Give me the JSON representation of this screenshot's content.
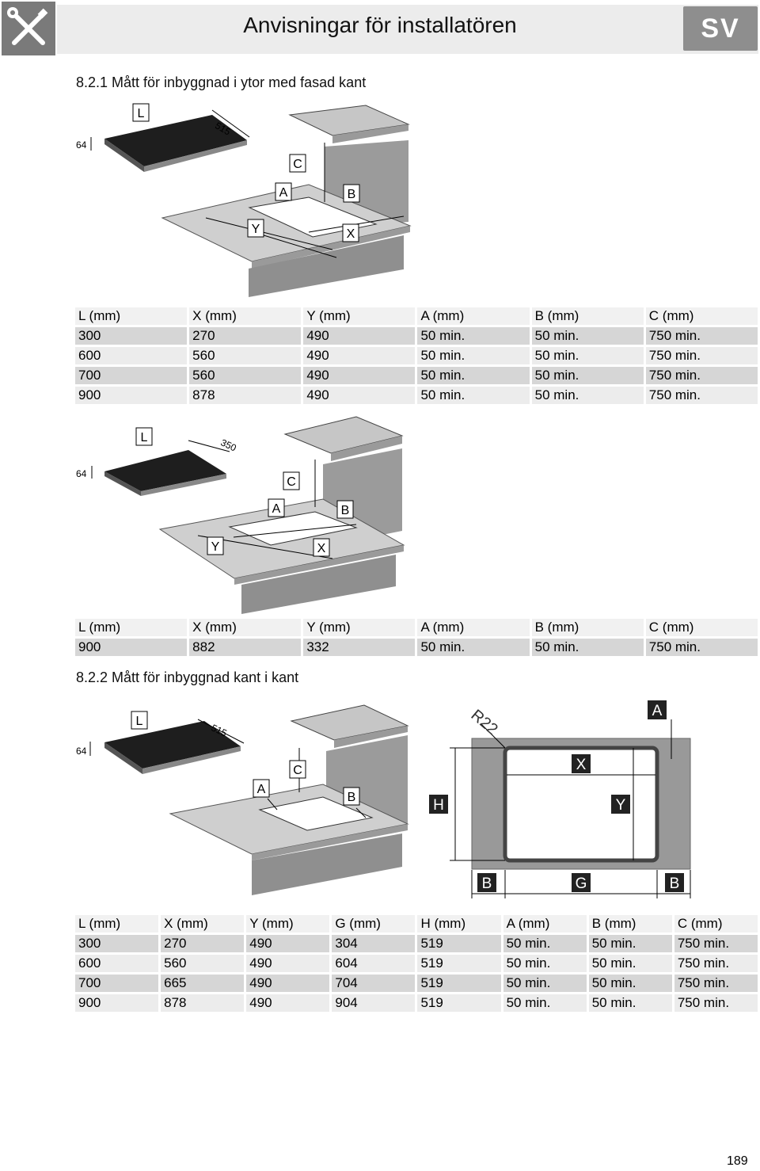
{
  "header": {
    "title": "Anvisningar för installatören",
    "lang": "SV"
  },
  "section1": {
    "title": "8.2.1 Mått för inbyggnad i ytor med fasad kant",
    "diagram1": {
      "width_label": "515",
      "height_label": "64",
      "letters": [
        "L",
        "C",
        "A",
        "B",
        "Y",
        "X"
      ]
    },
    "table1": {
      "headers": [
        "L (mm)",
        "X (mm)",
        "Y (mm)",
        "A (mm)",
        "B (mm)",
        "C (mm)"
      ],
      "rows": [
        [
          "300",
          "270",
          "490",
          "50 min.",
          "50 min.",
          "750 min."
        ],
        [
          "600",
          "560",
          "490",
          "50 min.",
          "50 min.",
          "750 min."
        ],
        [
          "700",
          "560",
          "490",
          "50 min.",
          "50 min.",
          "750 min."
        ],
        [
          "900",
          "878",
          "490",
          "50 min.",
          "50 min.",
          "750 min."
        ]
      ]
    },
    "diagram2": {
      "width_label": "350",
      "height_label": "64",
      "letters": [
        "L",
        "C",
        "A",
        "B",
        "Y",
        "X"
      ]
    },
    "table2": {
      "headers": [
        "L (mm)",
        "X (mm)",
        "Y (mm)",
        "A (mm)",
        "B (mm)",
        "C (mm)"
      ],
      "rows": [
        [
          "900",
          "882",
          "332",
          "50 min.",
          "50 min.",
          "750 min."
        ]
      ]
    }
  },
  "section2": {
    "title": "8.2.2 Mått för inbyggnad kant i kant",
    "diagram3": {
      "width_label": "515",
      "height_label": "64",
      "letters": [
        "L",
        "C",
        "A",
        "B"
      ]
    },
    "diagram4": {
      "radius_label": "R22",
      "letters": [
        "A",
        "X",
        "H",
        "Y",
        "B",
        "G",
        "B"
      ]
    },
    "table3": {
      "headers": [
        "L (mm)",
        "X (mm)",
        "Y (mm)",
        "G (mm)",
        "H (mm)",
        "A (mm)",
        "B (mm)",
        "C (mm)"
      ],
      "rows": [
        [
          "300",
          "270",
          "490",
          "304",
          "519",
          "50 min.",
          "50 min.",
          "750 min."
        ],
        [
          "600",
          "560",
          "490",
          "604",
          "519",
          "50 min.",
          "50 min.",
          "750 min."
        ],
        [
          "700",
          "665",
          "490",
          "704",
          "519",
          "50 min.",
          "50 min.",
          "750 min."
        ],
        [
          "900",
          "878",
          "490",
          "904",
          "519",
          "50 min.",
          "50 min.",
          "750 min."
        ]
      ]
    }
  },
  "page_number": "189"
}
